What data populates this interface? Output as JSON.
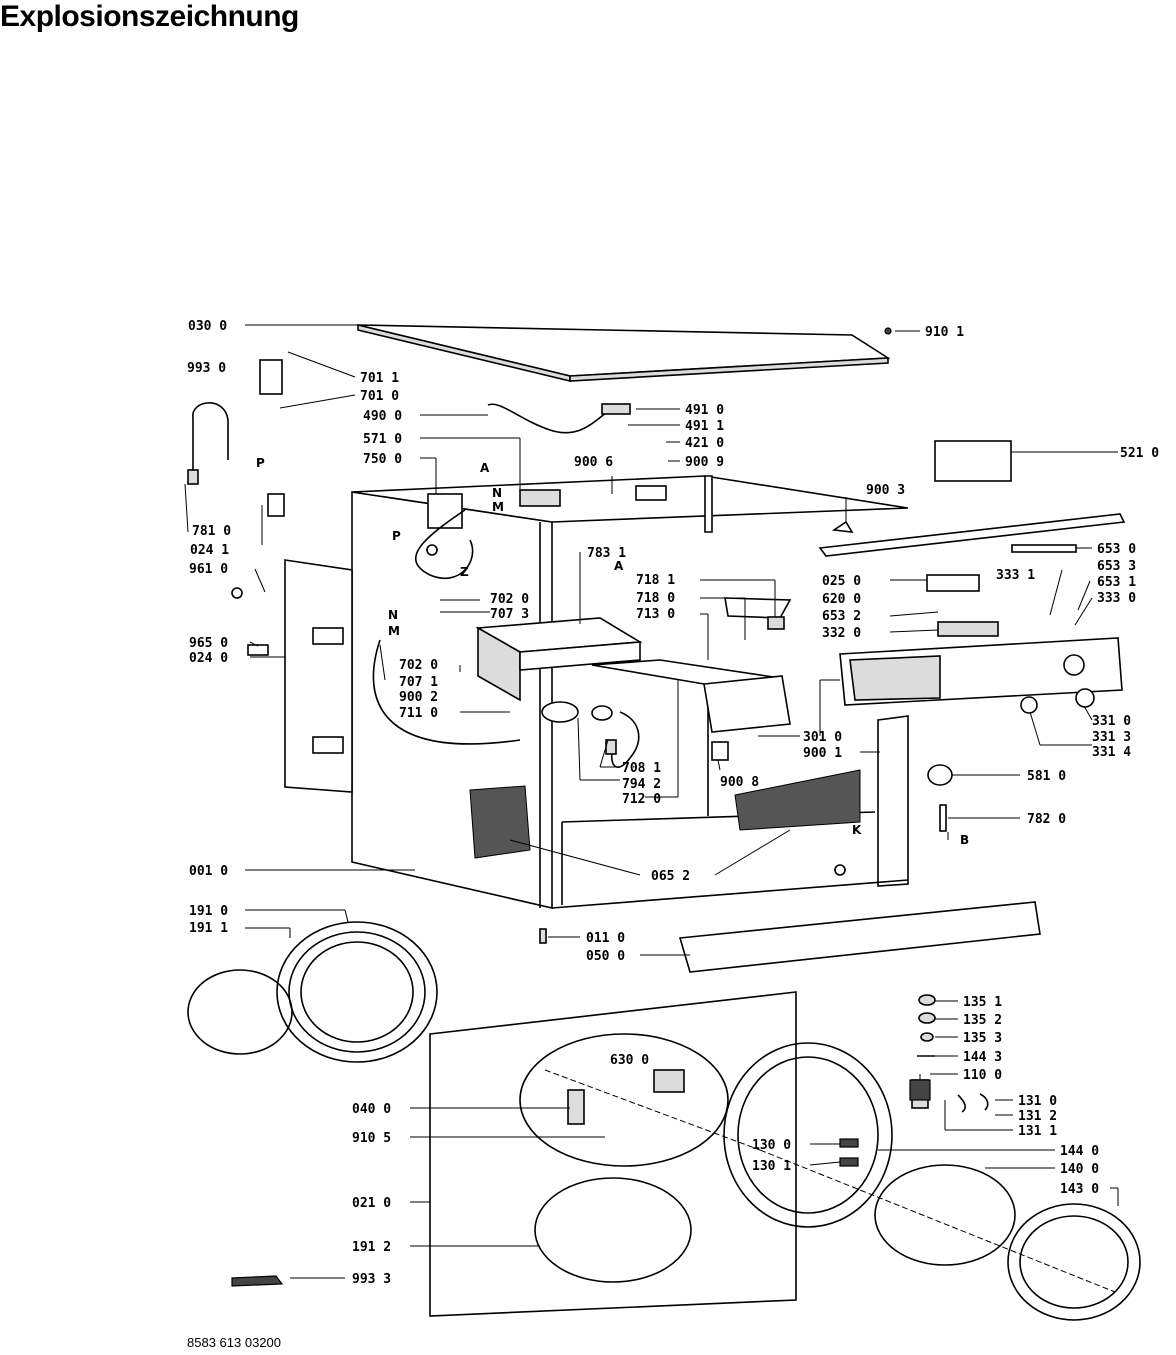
{
  "page": {
    "title": "Explosionszeichnung",
    "doc_number": "8583 613 03200"
  },
  "labels": {
    "l0300": "030 0",
    "l9101": "910 1",
    "l9930": "993 0",
    "l7011": "701 1",
    "l7010": "701 0",
    "l4900": "490 0",
    "l4910": "491 0",
    "l4911": "491 1",
    "l5710": "571 0",
    "l4210": "421 0",
    "l7500": "750 0",
    "l9006": "900 6",
    "l9009": "900 9",
    "l5210": "521 0",
    "l9003": "900 3",
    "l7810": "781 0",
    "l0241": "024 1",
    "l7831": "783 1",
    "l6530": "653 0",
    "l9610": "961 0",
    "l7181": "718 1",
    "l0250": "025 0",
    "l3331": "333 1",
    "l6533": "653 3",
    "l7020a": "702 0",
    "l7180": "718 0",
    "l6200": "620 0",
    "l6531": "653 1",
    "l7073": "707 3",
    "l7130": "713 0",
    "l6532": "653 2",
    "l3330": "333 0",
    "l9650": "965 0",
    "l3320": "332 0",
    "l0240": "024 0",
    "l7020b": "702 0",
    "l7071": "707 1",
    "l9002": "900 2",
    "l7110": "711 0",
    "l3010": "301 0",
    "l9001": "900 1",
    "l3310": "331 0",
    "l3313": "331 3",
    "l3314": "331 4",
    "l7081": "708 1",
    "l7942": "794 2",
    "l7120": "712 0",
    "l9008": "900 8",
    "l5810": "581 0",
    "l7820": "782 0",
    "l0010": "001 0",
    "l0652": "065 2",
    "l1910": "191 0",
    "l1911": "191 1",
    "l0110": "011 0",
    "l0500": "050 0",
    "l1351": "135 1",
    "l1352": "135 2",
    "l1353": "135 3",
    "l1443": "144 3",
    "l6300": "630 0",
    "l1100": "110 0",
    "l0400": "040 0",
    "l1310": "131 0",
    "l1312": "131 2",
    "l1311": "131 1",
    "l9105": "910 5",
    "l1300": "130 0",
    "l1301": "130 1",
    "l1440": "144 0",
    "l1400": "140 0",
    "l1430": "143 0",
    "l0210": "021 0",
    "l1912": "191 2",
    "l9933": "993 3"
  },
  "letters": {
    "A1": "A",
    "P1": "P",
    "P2": "P",
    "N1": "N",
    "M1": "M",
    "Z": "Z",
    "A2": "A",
    "N2": "N",
    "M2": "M",
    "B": "B",
    "K": "K"
  }
}
